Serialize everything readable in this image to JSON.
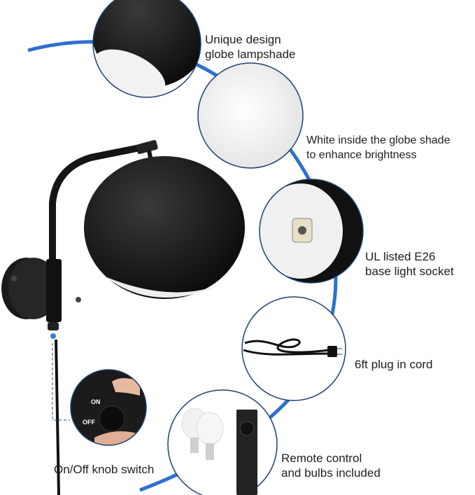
{
  "features": [
    {
      "label": "Unique design\nglobe lampshade"
    },
    {
      "label": "White inside the globe shade\nto enhance brightness"
    },
    {
      "label": "UL listed E26\nbase light socket"
    },
    {
      "label": "6ft plug in cord"
    },
    {
      "label": "On/Off knob switch"
    },
    {
      "label": "Remote control\nand bulbs included"
    }
  ],
  "knob": {
    "on": "ON",
    "off": "OFF"
  },
  "colors": {
    "accent_blue": "#2f6fd0",
    "circle_border": "#1f3f6e",
    "lamp_black": "#121212"
  }
}
